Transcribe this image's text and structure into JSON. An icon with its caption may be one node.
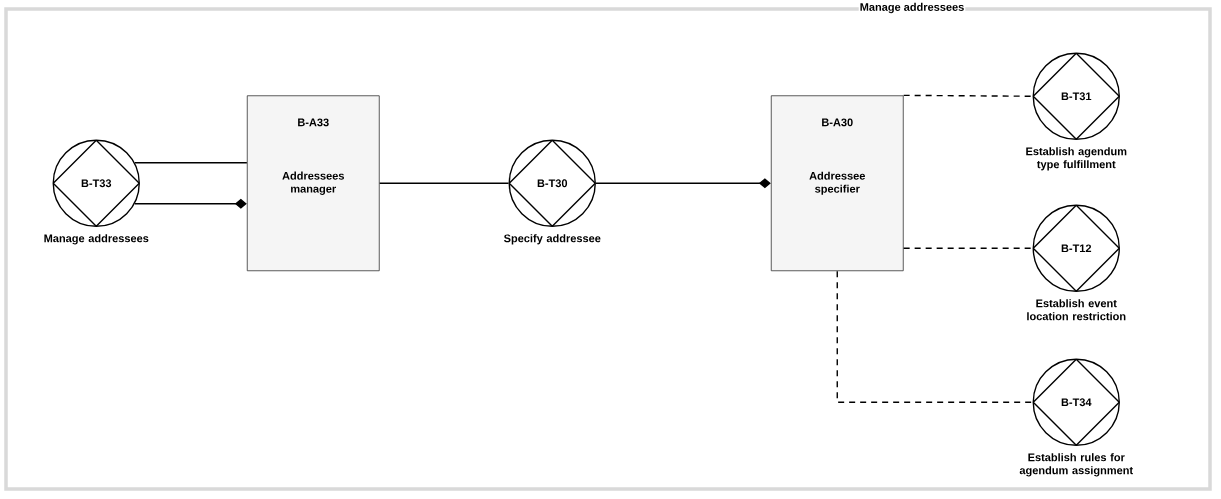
{
  "diagram": {
    "nodes": [
      {
        "text": [
          "Manage addressees"
        ]
      },
      {
        "text": [
          "B-T33"
        ],
        "beside": [
          "Manage addressees"
        ],
        "in": 0
      },
      {
        "text": [
          "B-A33",
          "Addressees manager"
        ],
        "in": 0
      },
      {
        "text": [
          "B-T30"
        ],
        "beside": [
          "Specify addressee"
        ],
        "in": 0
      },
      {
        "text": [
          "B-A30",
          "Addressee specifier"
        ],
        "in": 0
      },
      {
        "text": [
          "B-T31"
        ],
        "beside": [
          "Establish agendum type fulfillment"
        ],
        "in": 0
      },
      {
        "text": [
          "B-T12"
        ],
        "beside": [
          "Establish event location restriction"
        ],
        "in": 0
      },
      {
        "text": [
          "B-T34"
        ],
        "beside": [
          "Establish rules for agendum assignment"
        ],
        "in": 0
      }
    ],
    "edges": [
      {
        "from": 1,
        "to": 2,
        "arrow": "none"
      },
      {
        "from": 1,
        "to": 2,
        "arrow": "other"
      },
      {
        "from": 2,
        "to": 3,
        "arrow": "none"
      },
      {
        "from": 3,
        "to": 4,
        "arrow": "other"
      },
      {
        "from": 4,
        "to": 5,
        "arrow": "none",
        "style": "dashed"
      },
      {
        "from": 4,
        "to": 6,
        "arrow": "none",
        "style": "dashed"
      },
      {
        "from": 4,
        "to": 7,
        "arrow": "none",
        "style": "dashed"
      }
    ]
  }
}
